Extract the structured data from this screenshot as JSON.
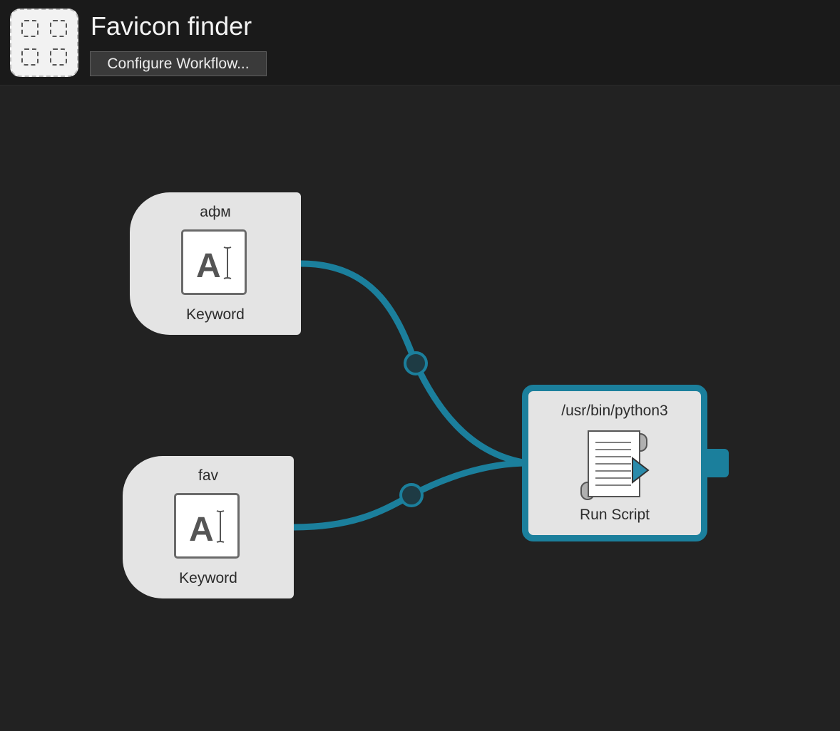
{
  "header": {
    "title": "Favicon finder",
    "configure_label": "Configure Workflow..."
  },
  "nodes": {
    "keyword_1": {
      "title": "афм",
      "label": "Keyword"
    },
    "keyword_2": {
      "title": "fav",
      "label": "Keyword"
    },
    "run_script": {
      "title": "/usr/bin/python3",
      "label": "Run Script"
    }
  },
  "icons": {
    "keyword_glyph": "A",
    "workflow": "grid-dashed-icon",
    "keyword": "text-cursor-icon",
    "script": "script-document-icon"
  },
  "colors": {
    "background": "#222222",
    "header": "#1a1a1a",
    "node": "#e4e4e4",
    "accent": "#1b7f9c",
    "connector_knob": "#1e3b44"
  }
}
